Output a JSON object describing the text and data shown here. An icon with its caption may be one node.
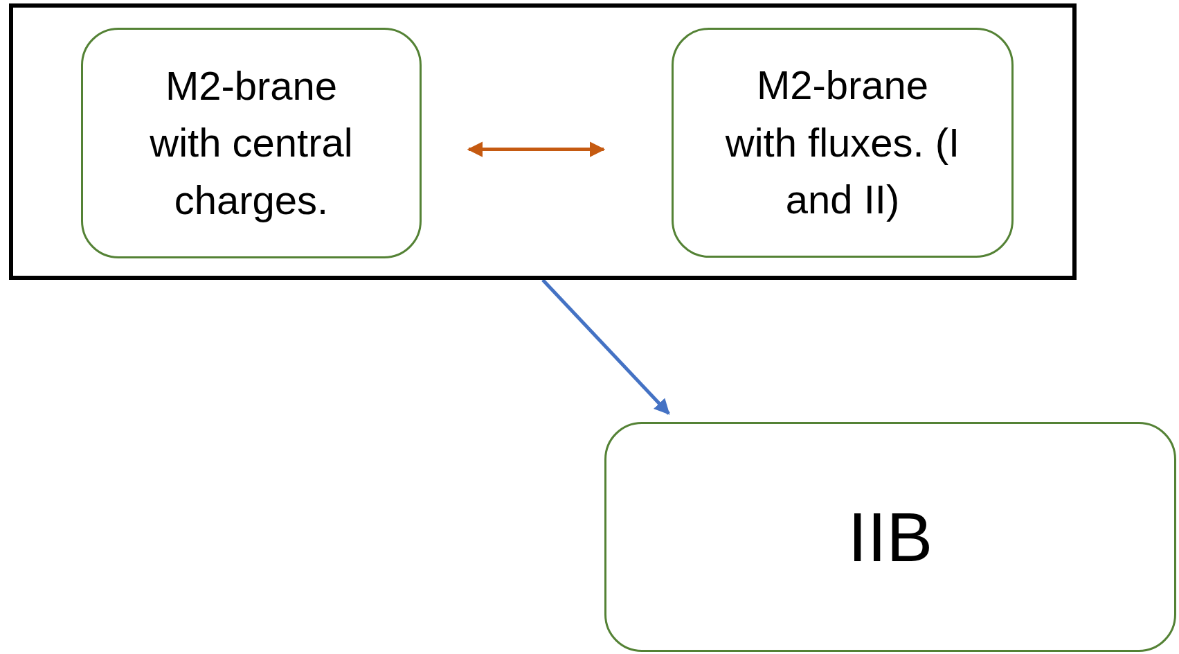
{
  "diagram": {
    "nodes": [
      {
        "text": [],
        "shape": "box"
      },
      {
        "text": [
          "M2-brane with central charges."
        ],
        "in": 0
      },
      {
        "text": [
          "M2-brane with fluxes. (I and II)"
        ],
        "in": 0
      },
      {
        "text": [
          "IIB"
        ]
      }
    ],
    "edges": [
      {
        "from": 1,
        "to": 2,
        "arrow": "both",
        "color": "#c55a11"
      },
      {
        "from": 0,
        "to": 3,
        "arrow": "to",
        "color": "#4472c4"
      }
    ]
  }
}
